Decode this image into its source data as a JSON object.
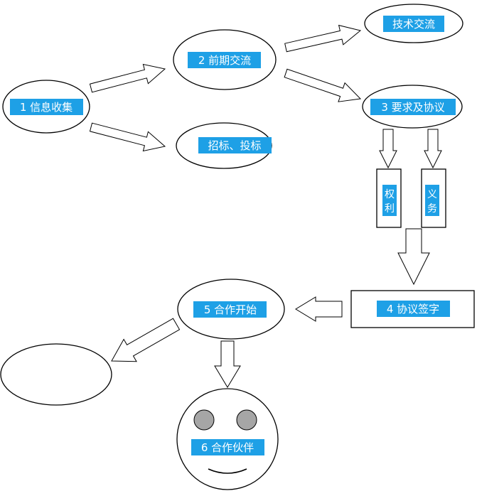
{
  "nodes": {
    "info": {
      "label": "1 信息收集"
    },
    "early": {
      "label": "2 前期交流"
    },
    "tech": {
      "label": "技术交流"
    },
    "bid": {
      "label": "招标、投标"
    },
    "req": {
      "label": "3 要求及协议"
    },
    "rights": {
      "label": "权利",
      "chars": [
        "权",
        "利"
      ]
    },
    "duties": {
      "label": "义务",
      "chars": [
        "义",
        "务"
      ]
    },
    "sign": {
      "label": "4 协议签字"
    },
    "start": {
      "label": "5 合作开始"
    },
    "blank": {
      "label": ""
    },
    "partner": {
      "label": "6 合作伙伴"
    }
  },
  "colors": {
    "label_bg": "#1ea0e6",
    "label_text": "#ffffff",
    "eye": "#a6a6a6"
  }
}
